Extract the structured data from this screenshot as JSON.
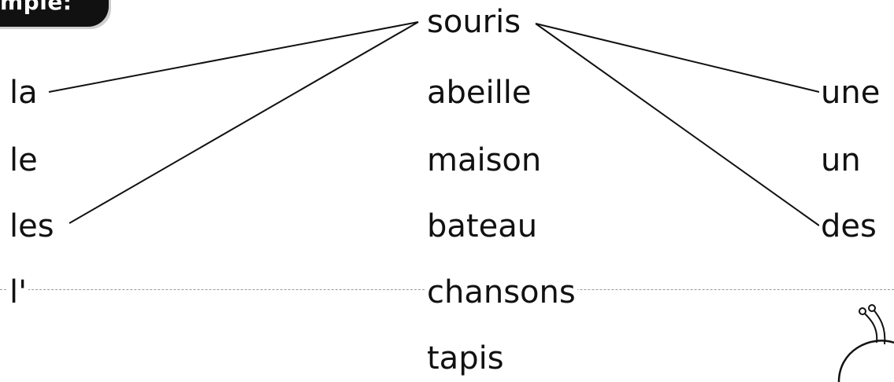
{
  "badge": {
    "label": "mple:"
  },
  "left_column": [
    "la",
    "le",
    "les",
    "l'"
  ],
  "center_column": [
    "souris",
    "abeille",
    "maison",
    "bateau",
    "chansons",
    "tapis"
  ],
  "right_column": [
    "une",
    "un",
    "des"
  ],
  "example_links": [
    {
      "from": "la",
      "to": "souris"
    },
    {
      "from": "les",
      "to": "souris"
    },
    {
      "from": "souris",
      "to": "une"
    },
    {
      "from": "souris",
      "to": "des"
    }
  ]
}
